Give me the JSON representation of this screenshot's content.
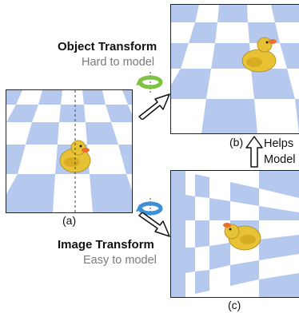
{
  "panels": {
    "a": {
      "caption": "(a)"
    },
    "b": {
      "caption": "(b)"
    },
    "c": {
      "caption": "(c)"
    }
  },
  "object_transform": {
    "title": "Object Transform",
    "subtitle": "Hard to model",
    "icon": "rotate-arrow-green-icon",
    "color": "#7dc242"
  },
  "image_transform": {
    "title": "Image Transform",
    "subtitle": "Easy to model",
    "icon": "rotate-arrow-blue-icon",
    "color": "#3d8fd6"
  },
  "helps_model": {
    "line1": "Helps",
    "line2": "Model"
  },
  "colors": {
    "checker_blue": "#b5c9ef",
    "checker_white": "#ffffff",
    "duck_yellow": "#e8c235",
    "duck_beak": "#e8702a"
  }
}
